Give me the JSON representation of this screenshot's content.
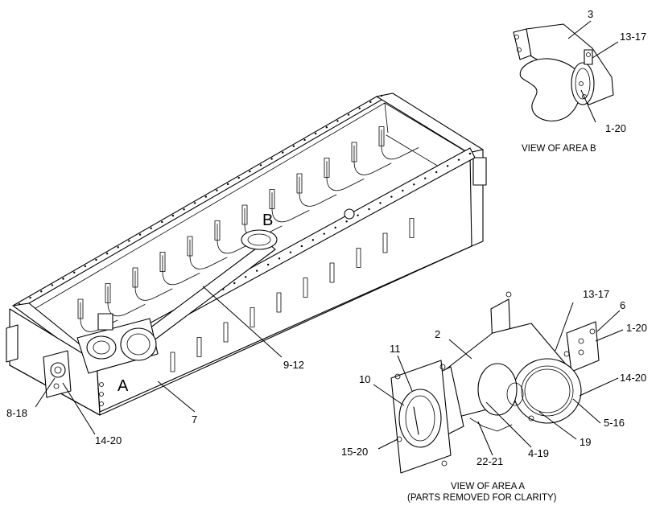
{
  "callouts": {
    "main_area_a": "A",
    "main_area_b": "B",
    "main_9_12": "9-12",
    "main_7": "7",
    "main_8_18": "8-18",
    "main_14_20": "14-20",
    "b_3": "3",
    "b_13_17": "13-17",
    "b_1_20": "1-20",
    "a_2": "2",
    "a_11": "11",
    "a_10": "10",
    "a_15_20": "15-20",
    "a_22_21": "22-21",
    "a_4_19": "4-19",
    "a_19": "19",
    "a_5_16": "5-16",
    "a_14_20": "14-20",
    "a_1_20": "1-20",
    "a_6": "6",
    "a_13_17": "13-17"
  },
  "captions": {
    "view_b": "VIEW OF AREA B",
    "view_a_line1": "VIEW OF AREA  A",
    "view_a_line2": "(PARTS REMOVED FOR CLARITY)"
  }
}
